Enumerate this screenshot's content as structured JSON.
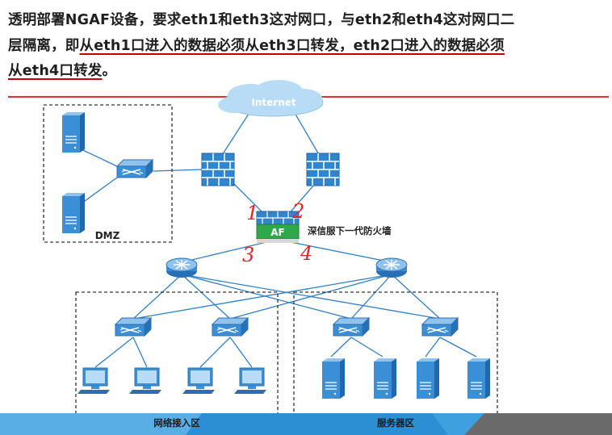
{
  "title": {
    "line1": "透明部署NGAF设备，要求eth1和eth3这对网口，与eth2和eth4这对网口二",
    "line2_prefix": "层隔离，即",
    "line2_underlined": "从eth1口进入的数据必须从eth3口转发，eth2口进入的数据必须",
    "line3_underlined": "从eth4口转发",
    "line3_suffix": "。"
  },
  "diagram": {
    "internet_label": "Internet",
    "dmz_label": "DMZ",
    "af_label": "AF",
    "firewall_caption": "深信服下一代防火墙",
    "access_zone_label": "网络接入区",
    "server_zone_label": "服务器区",
    "port_marks": [
      "1",
      "2",
      "3",
      "4"
    ],
    "colors": {
      "device_blue": "#3a8fd6",
      "af_green": "#2ea84a",
      "mark_red": "#e02424",
      "wall_blue": "#2f86cf"
    }
  }
}
